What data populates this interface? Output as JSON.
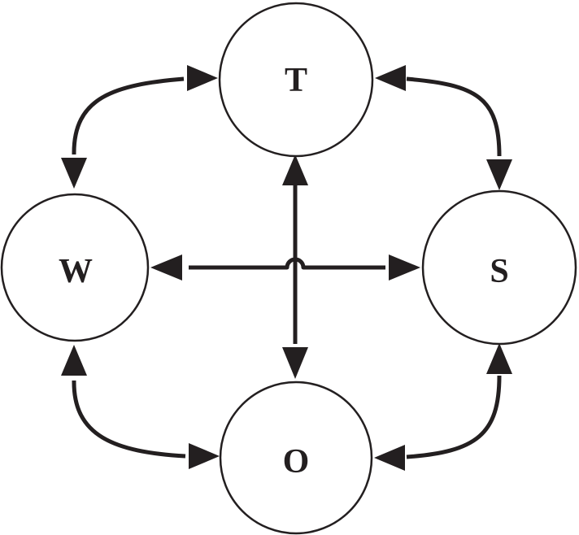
{
  "diagram": {
    "nodes": [
      {
        "id": "T",
        "label": "T"
      },
      {
        "id": "W",
        "label": "W"
      },
      {
        "id": "S",
        "label": "S"
      },
      {
        "id": "O",
        "label": "O"
      }
    ],
    "edges": [
      {
        "from": "T",
        "to": "W",
        "direction": "bidirectional"
      },
      {
        "from": "T",
        "to": "S",
        "direction": "bidirectional"
      },
      {
        "from": "W",
        "to": "O",
        "direction": "bidirectional"
      },
      {
        "from": "S",
        "to": "O",
        "direction": "bidirectional"
      },
      {
        "from": "T",
        "to": "O",
        "direction": "bidirectional"
      },
      {
        "from": "W",
        "to": "S",
        "direction": "bidirectional"
      }
    ],
    "colors": {
      "ink": "#231f20",
      "background": "#ffffff"
    }
  }
}
